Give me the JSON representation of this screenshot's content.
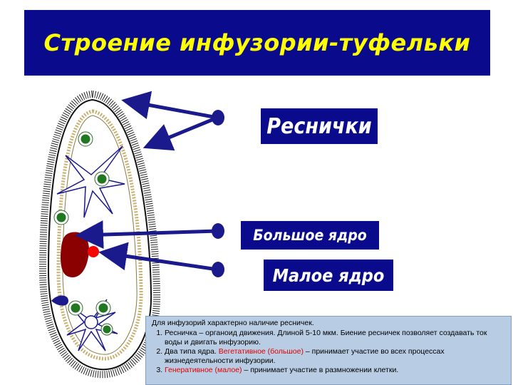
{
  "title": "Строение инфузории-туфельки",
  "labels": {
    "cilia": "Реснички",
    "macronucleus": "Большое ядро",
    "micronucleus": "Малое ядро"
  },
  "info": {
    "intro": "Для инфузорий характерно наличие ресничек.",
    "items": [
      {
        "text": "Ресничка – органоид движения. Длиной 5-10 мкм. Биение ресничек позволяет создавать ток воды и двигать инфузорию."
      },
      {
        "lead": "Два типа ядра. ",
        "highlight": "Вегетативное (большое)",
        "rest": " – принимает участие во всех процессах жизнедеятельности инфузории."
      },
      {
        "highlight": "Генеративное (малое)",
        "rest": " – принимает участие в размножении клетки."
      }
    ]
  },
  "colors": {
    "title_bg": "#0a0a8c",
    "title_text": "#ffff00",
    "label_bg": "#0a0a8c",
    "arrow": "#1a1a8c",
    "macronucleus": "#8b0000",
    "micronucleus": "#ff0000",
    "info_bg": "#b8cce4",
    "highlight": "#e00000"
  }
}
